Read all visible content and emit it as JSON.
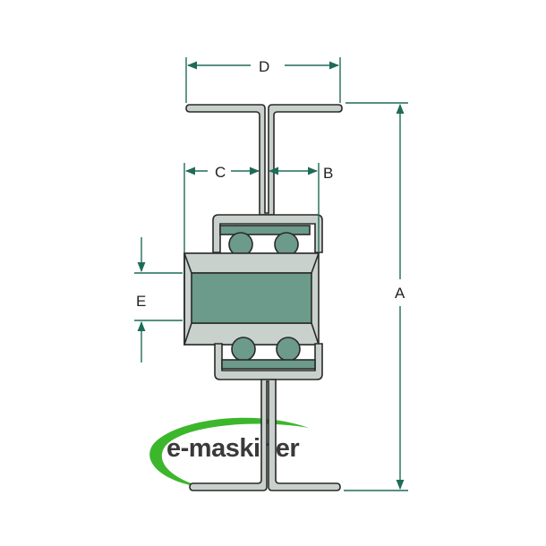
{
  "labels": {
    "A": "A",
    "B": "B",
    "C": "C",
    "D": "D",
    "E": "E"
  },
  "logo": {
    "text": "e-maskiner",
    "swoosh_color": "#3cb72c"
  },
  "colors": {
    "dimension_line": "#1e6b58",
    "profile_fill": "#c9d1cd",
    "roller_core": "#6c9a8b",
    "outline": "#2a2a2a"
  }
}
